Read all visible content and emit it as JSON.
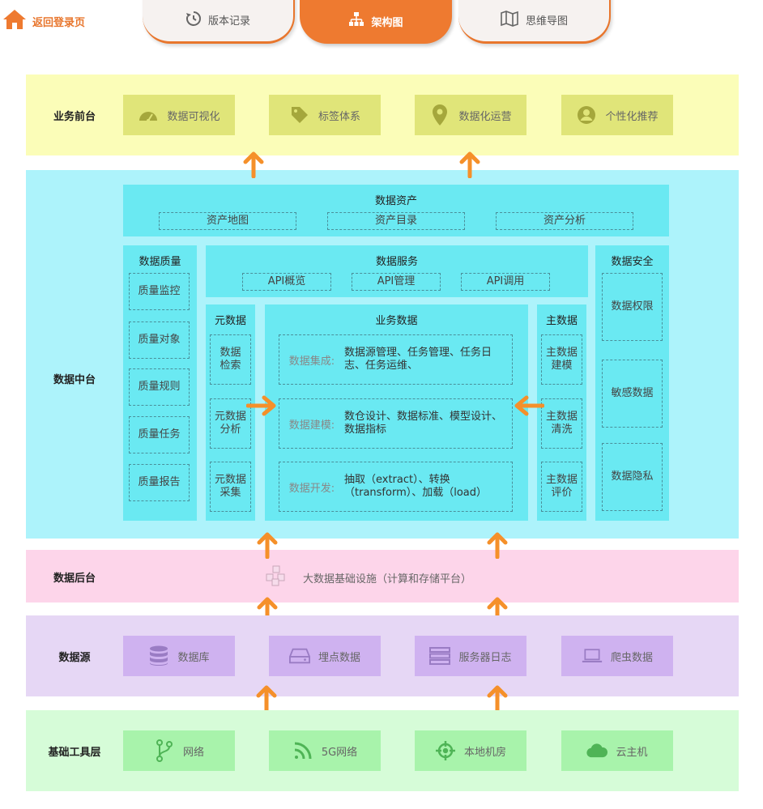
{
  "header": {
    "back_label": "返回登录页",
    "tabs": [
      {
        "label": "版本记录",
        "icon": "history-icon",
        "active": false
      },
      {
        "label": "架构图",
        "icon": "hierarchy-icon",
        "active": true
      },
      {
        "label": "思维导图",
        "icon": "map-icon",
        "active": false
      }
    ]
  },
  "colors": {
    "accent": "#ee7a30",
    "frontend_bg": "#fbfdb8",
    "frontend_chip": "#e0e579",
    "middle_bg": "#adf3fb",
    "middle_panel": "#6ae9f2",
    "backend_bg": "#fdd5ea",
    "source_bg": "#e6d7f5",
    "source_chip": "#cfb2f0",
    "infra_bg": "#d6fcd8",
    "infra_chip": "#a8f3ab"
  },
  "layers": {
    "frontend": {
      "label": "业务前台",
      "items": [
        {
          "label": "数据可视化",
          "icon": "dashboard-icon"
        },
        {
          "label": "标签体系",
          "icon": "tag-icon"
        },
        {
          "label": "数据化运营",
          "icon": "location-pin-icon"
        },
        {
          "label": "个性化推荐",
          "icon": "user-circle-icon"
        }
      ]
    },
    "middle": {
      "label": "数据中台",
      "assets": {
        "title": "数据资产",
        "items": [
          "资产地图",
          "资产目录",
          "资产分析"
        ]
      },
      "quality": {
        "title": "数据质量",
        "items": [
          "质量监控",
          "质量对象",
          "质量规则",
          "质量任务",
          "质量报告"
        ]
      },
      "service": {
        "title": "数据服务",
        "items": [
          "API概览",
          "API管理",
          "API调用"
        ]
      },
      "security": {
        "title": "数据安全",
        "items": [
          "数据权限",
          "敏感数据",
          "数据隐私"
        ]
      },
      "metadata": {
        "title": "元数据",
        "items": [
          "数据\n检索",
          "元数据\n分析",
          "元数据\n采集"
        ]
      },
      "business": {
        "title": "业务数据",
        "rows": [
          {
            "key": "数据集成:",
            "value": "数据源管理、任务管理、任务日志、任务运维、"
          },
          {
            "key": "数据建模:",
            "value": "数仓设计、数据标准、模型设计、数据指标"
          },
          {
            "key": "数据开发:",
            "value": "抽取（extract）、转换（transform）、加载（load）"
          }
        ]
      },
      "master": {
        "title": "主数据",
        "items": [
          "主数据\n建模",
          "主数据\n清洗",
          "主数据\n评价"
        ]
      }
    },
    "backend": {
      "label": "数据后台",
      "text": "大数据基础设施（计算和存储平台）",
      "icon": "cubes-icon"
    },
    "sources": {
      "label": "数据源",
      "items": [
        {
          "label": "数据库",
          "icon": "database-icon"
        },
        {
          "label": "埋点数据",
          "icon": "hard-drive-icon"
        },
        {
          "label": "服务器日志",
          "icon": "server-icon"
        },
        {
          "label": "爬虫数据",
          "icon": "laptop-icon"
        }
      ]
    },
    "infra": {
      "label": "基础工具层",
      "items": [
        {
          "label": "网络",
          "icon": "branch-icon"
        },
        {
          "label": "5G网络",
          "icon": "rss-icon"
        },
        {
          "label": "本地机房",
          "icon": "crosshair-icon"
        },
        {
          "label": "云主机",
          "icon": "cloud-icon"
        }
      ]
    }
  }
}
